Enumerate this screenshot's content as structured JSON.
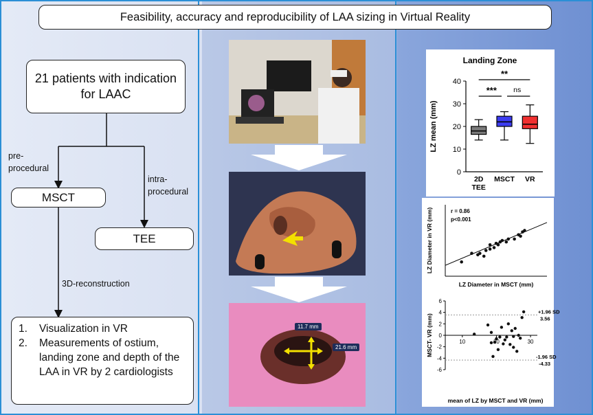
{
  "title": "Feasibility, accuracy and reproducibility of LAA sizing in Virtual Reality",
  "flow": {
    "patients": "21 patients with indication for LAAC",
    "pre_label": "pre-procedural",
    "intra_label": "intra-procedural",
    "mct_box": "MSCT",
    "tee_box": "TEE",
    "recon_label": "3D-reconstruction",
    "steps": [
      {
        "num": "1.",
        "text": "Visualization in VR"
      },
      {
        "num": "2.",
        "text": "Measurements of ostium, landing zone and depth of the LAA in VR by 2 cardiologists"
      }
    ]
  },
  "images": {
    "measure_1": "11.7 mm",
    "measure_2": "21.6 mm"
  },
  "colors": {
    "accent": "#2b8fd6",
    "arrow": "#ffffff",
    "marker": "#f3e000"
  },
  "chart_data": [
    {
      "type": "box",
      "title": "Landing Zone",
      "ylabel": "LZ mean (mm)",
      "ylim": [
        0,
        40
      ],
      "yticks": [
        "0",
        "10",
        "20",
        "30",
        "40"
      ],
      "categories": [
        "2D TEE",
        "MSCT",
        "VR"
      ],
      "colors": [
        "#7a7a7a",
        "#3c3cf0",
        "#f03030"
      ],
      "boxes": [
        {
          "min": 14,
          "q1": 16.5,
          "median": 18,
          "q3": 20,
          "max": 23
        },
        {
          "min": 14,
          "q1": 20,
          "median": 22,
          "q3": 24.5,
          "max": 26.5
        },
        {
          "min": 12.5,
          "q1": 19,
          "median": 21,
          "q3": 24.5,
          "max": 29.5
        }
      ],
      "significance": [
        "**",
        "***",
        "ns"
      ]
    },
    {
      "type": "scatter",
      "xlabel": "LZ Diameter in MSCT (mm)",
      "ylabel": "LZ Diameter in VR (mm)",
      "stats": [
        "r = 0.86",
        "p<0.001"
      ],
      "xlim": [
        10,
        35
      ],
      "ylim": [
        10,
        35
      ],
      "x": [
        14,
        16.5,
        18,
        18.5,
        19.5,
        20,
        21,
        21,
        22,
        22.5,
        23,
        23.5,
        24,
        25,
        25.5,
        27,
        28,
        28.5,
        29,
        29.5
      ],
      "y": [
        15,
        18,
        17.5,
        18,
        17,
        19,
        19.5,
        21,
        20,
        21.5,
        21,
        22,
        22.5,
        22,
        23,
        23,
        24.5,
        24,
        25.5,
        26
      ]
    },
    {
      "type": "scatter",
      "xlabel": "mean of LZ by MSCT and VR (mm)",
      "ylabel": "MSCT- VR (mm)",
      "xlim": [
        5,
        32
      ],
      "ylim": [
        -6,
        6
      ],
      "xticks": [
        "10",
        "20",
        "30"
      ],
      "yticks": [
        "6",
        "4",
        "2",
        "0",
        "-2",
        "-4",
        "-6"
      ],
      "annotations": [
        "+1.96 SD",
        "3.56",
        "-1.96 SD",
        "-4.33"
      ],
      "limits": {
        "upper": 3.56,
        "lower": -4.33
      },
      "x": [
        13.5,
        17.5,
        18.5,
        18.5,
        19,
        19.5,
        20,
        20.5,
        21,
        21.5,
        22,
        22.5,
        23,
        23.5,
        24,
        24.5,
        25,
        25,
        25.5,
        26,
        26.5,
        27,
        27.5,
        28
      ],
      "y": [
        0.2,
        1.8,
        -1.3,
        0.5,
        -3.7,
        -1.2,
        -0.6,
        -2.5,
        -0.3,
        1.4,
        -1.5,
        -0.8,
        -0.3,
        2.0,
        -1.6,
        0.8,
        -0.2,
        -2.1,
        1.2,
        -2.8,
        0.0,
        -0.5,
        3.1,
        4.1
      ]
    }
  ]
}
